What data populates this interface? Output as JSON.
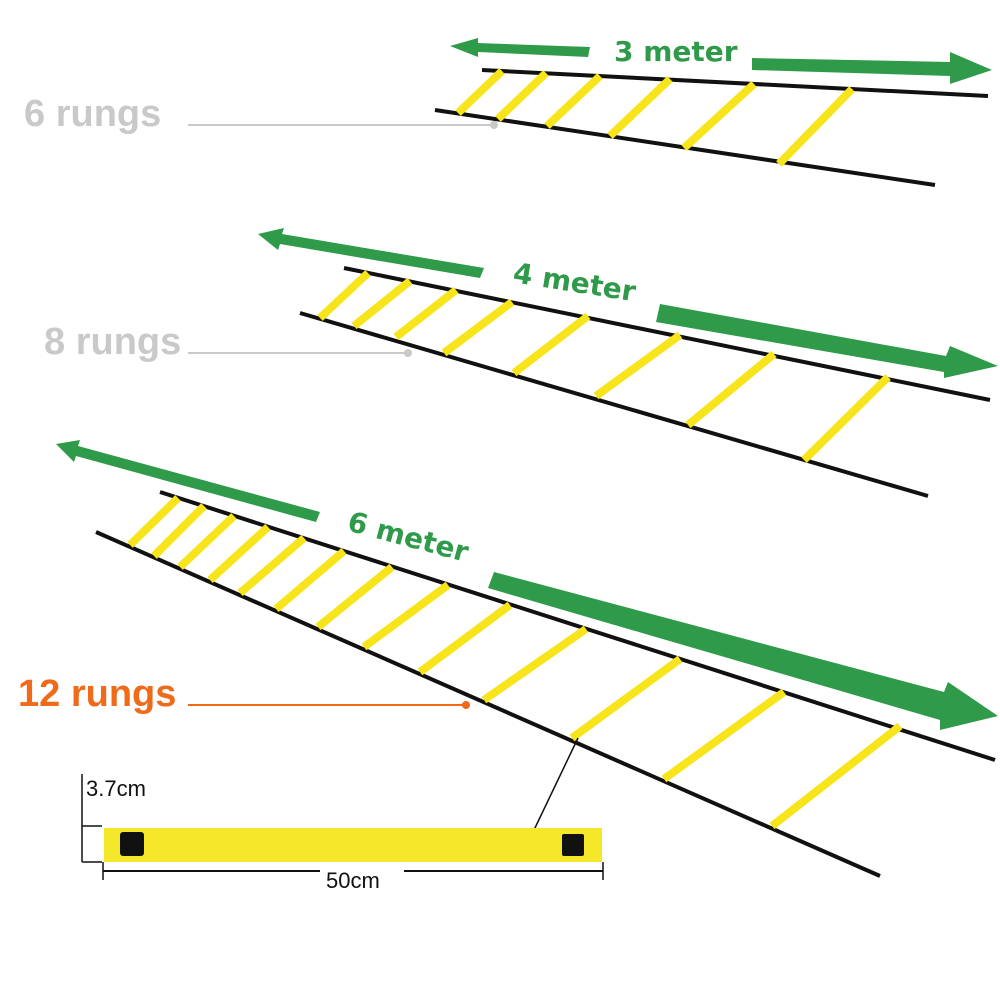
{
  "ladders": [
    {
      "rungs_label": "6 rungs",
      "length_label": "3 meter",
      "rung_count": 6,
      "label_color": "#c9c9c9"
    },
    {
      "rungs_label": "8 rungs",
      "length_label": "4 meter",
      "rung_count": 8,
      "label_color": "#c9c9c9"
    },
    {
      "rungs_label": "12 rungs",
      "length_label": "6 meter",
      "rung_count": 12,
      "label_color": "#f06a1a"
    }
  ],
  "rung_detail": {
    "height_label": "3.7cm",
    "width_label": "50cm"
  },
  "colors": {
    "arrow": "#2f9a4a",
    "rung": "#f7e41b",
    "strap": "#111111",
    "accent": "#f06a1a"
  }
}
